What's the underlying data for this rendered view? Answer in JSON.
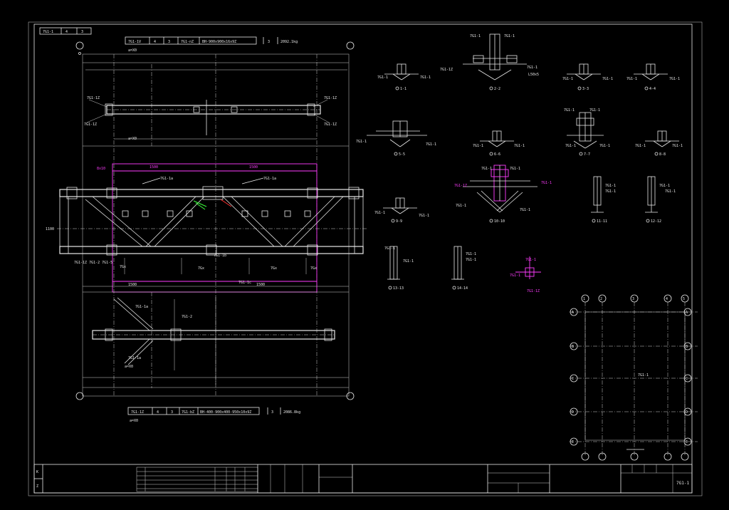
{
  "drawing": {
    "sheet_number": "7G1-1",
    "top_left_stamp": [
      "7G1-1",
      "4",
      "3"
    ],
    "top_member_table": [
      "7G1-1V",
      "4",
      "3",
      "7G1-nZ",
      "BH-900x900x16x9Z",
      "3",
      "2092.1kg"
    ],
    "bottom_member_table": [
      "7G1-1Z",
      "4",
      "3",
      "7G1-bZ",
      "BH-400-900x400-950x10x9Z",
      "3",
      "2086.8kg"
    ],
    "scale_note": "a=X0"
  },
  "grid_labels": {
    "top": [
      "1",
      "2",
      "3",
      "4",
      "5"
    ],
    "left": [
      "A",
      "B",
      "C",
      "D",
      "E"
    ],
    "right": [
      "A",
      "B",
      "C",
      "D",
      "E"
    ],
    "center": "7G1-1"
  },
  "colors": {
    "background": "#000000",
    "line": "#e8e8e8",
    "highlight": "#ff3cff",
    "accent_green": "#3cff3c",
    "accent_red": "#ff3030"
  }
}
